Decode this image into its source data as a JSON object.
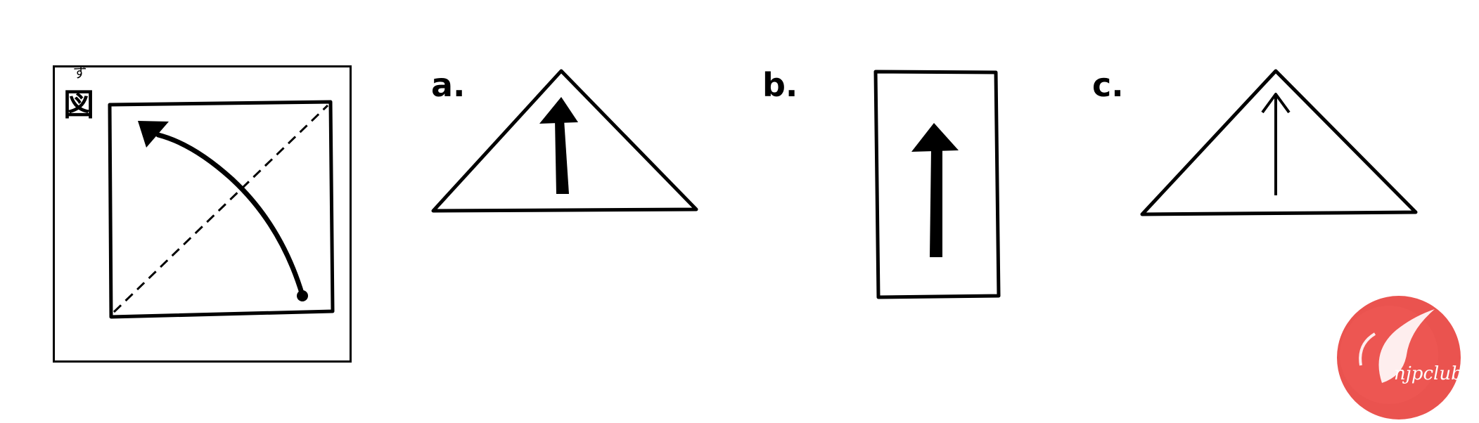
{
  "figure": {
    "furigana": "ず",
    "kanji": "図"
  },
  "options": [
    {
      "label": "a.",
      "shape": "triangle",
      "arrow": "thick"
    },
    {
      "label": "b.",
      "shape": "rectangle",
      "arrow": "thick"
    },
    {
      "label": "c.",
      "shape": "triangle",
      "arrow": "thin"
    }
  ],
  "watermark": {
    "text": "njpclub",
    "color": "#e8403c"
  },
  "colors": {
    "ink": "#000000",
    "background": "#ffffff"
  }
}
